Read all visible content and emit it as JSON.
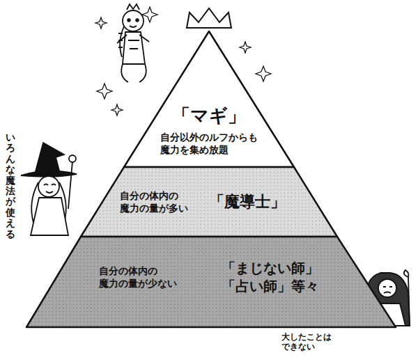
{
  "diagram": {
    "nodes": [
      {
        "text": [
          "「マギ」",
          "自分以外のルフからも 魔力を集め放題"
        ]
      },
      {
        "text": [
          "自分の体内の 魔力の量が多い",
          "「魔導士」"
        ]
      },
      {
        "text": [
          "自分の体内の 魔力の量が少ない",
          "「まじない師」 「占い師」等々"
        ]
      }
    ],
    "labels": [
      "いろんな魔法が使える",
      "大したことはできない"
    ]
  }
}
